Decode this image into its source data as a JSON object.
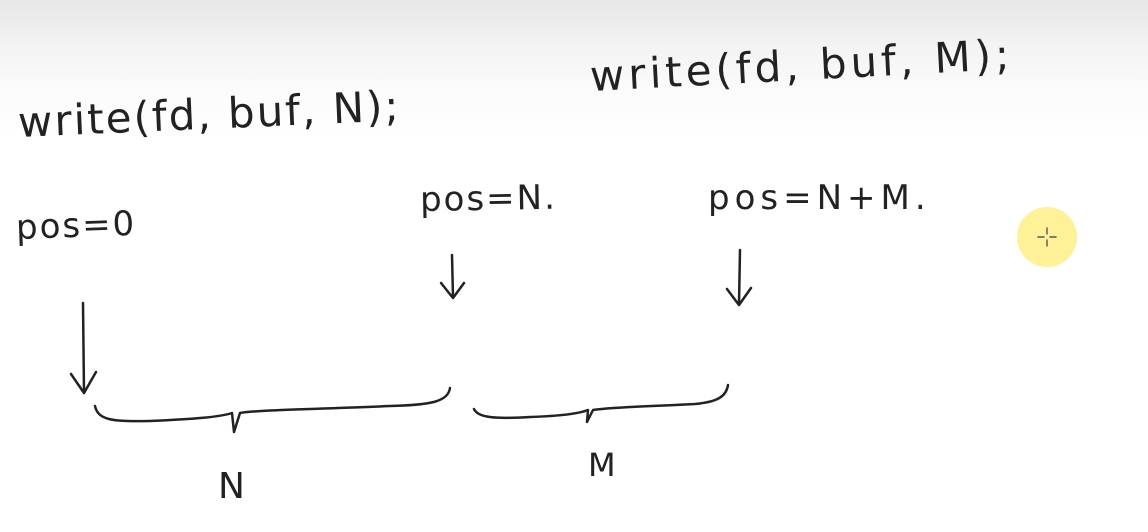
{
  "call_n": "write(fd, buf, N);",
  "call_m": "write(fd, buf, M);",
  "pos_0": "pos=0",
  "pos_n": "pos=N.",
  "pos_nm": "pos=N+M.",
  "segment_n": "N",
  "segment_m": "M",
  "ink_color": "#222222",
  "cursor_color": "#fff08c"
}
